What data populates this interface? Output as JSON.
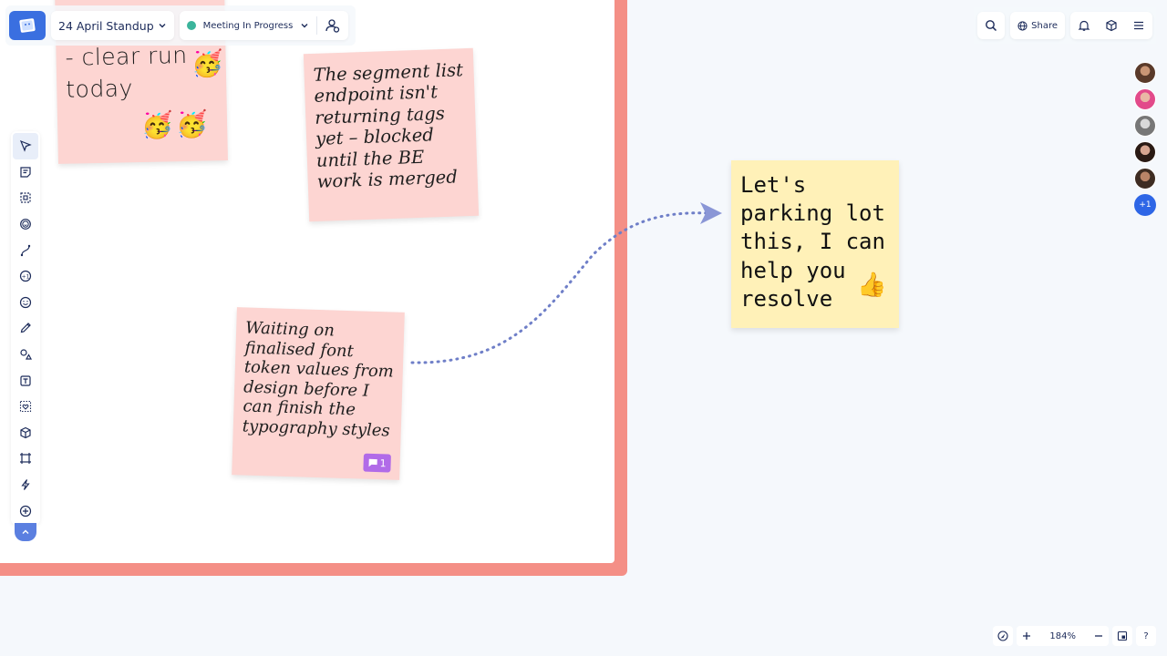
{
  "app": {
    "logo_icon": "board-logo-icon",
    "accent": "#3a6fe0"
  },
  "board": {
    "title": "24 April Standup"
  },
  "meeting": {
    "status_label": "Meeting In Progress",
    "status_color": "#3bb49b"
  },
  "header_right": {
    "share_label": "Share"
  },
  "frame": {
    "border_color": "#f48f86"
  },
  "notes": {
    "note1": {
      "text": "- clear run\ntoday"
    },
    "note2": {
      "text": "The segment list endpoint isn't returning tags yet – blocked until the BE work is merged"
    },
    "note3": {
      "text": "Waiting on finalised font token values from design before I can finish the typography styles",
      "comment_count": "1"
    },
    "note4": {
      "text": "Let's parking lot this, I can help you resolve"
    }
  },
  "toolbar": {
    "tools": [
      "select-tool",
      "sticky-note-tool",
      "frame-tool",
      "sticker-tool",
      "connector-tool",
      "vote-tool",
      "emoji-tool",
      "pen-tool",
      "shapes-tool",
      "text-tool",
      "group-tool",
      "3d-object-tool",
      "crop-tool",
      "lightning-tool",
      "add-more-tool"
    ]
  },
  "collaborators": {
    "more_label": "+1"
  },
  "zoom": {
    "level": "184%"
  },
  "help": {
    "label": "?"
  }
}
